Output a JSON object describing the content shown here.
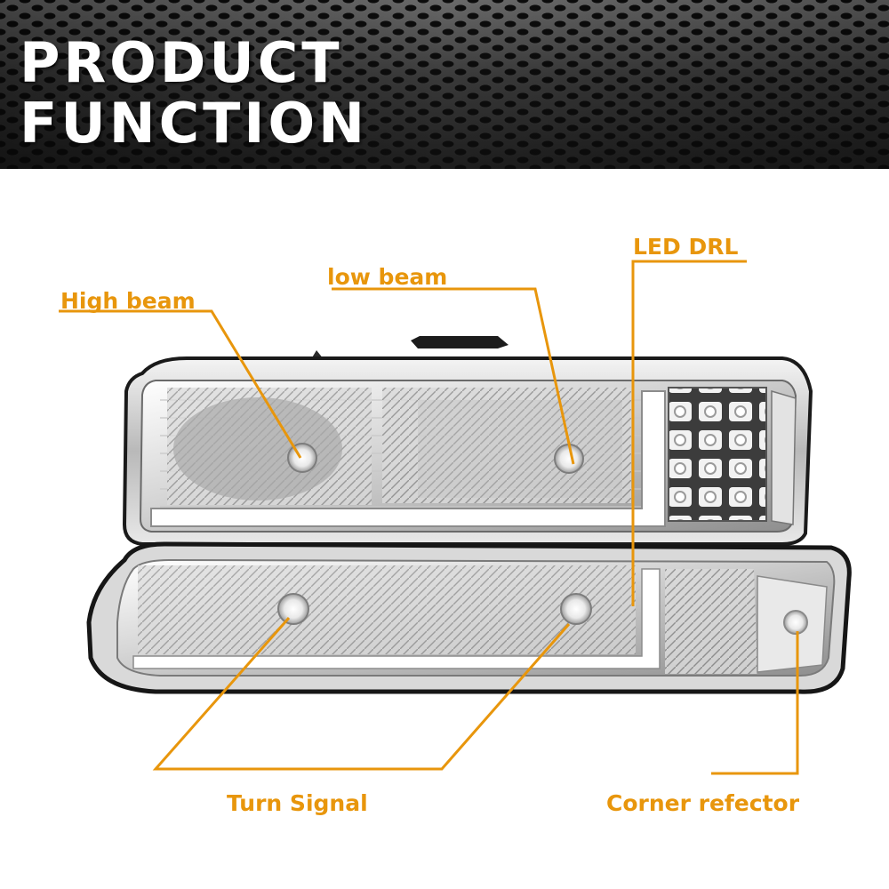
{
  "banner": {
    "title_line1": "PRODUCT",
    "title_line2": "FUNCTION"
  },
  "callouts": {
    "high_beam": "High beam",
    "low_beam": "low beam",
    "led_drl": "LED DRL",
    "turn_signal": "Turn Signal",
    "corner_reflector": "Corner refector"
  },
  "colors": {
    "accent": "#E8960C",
    "banner_text": "#FFFFFF"
  }
}
